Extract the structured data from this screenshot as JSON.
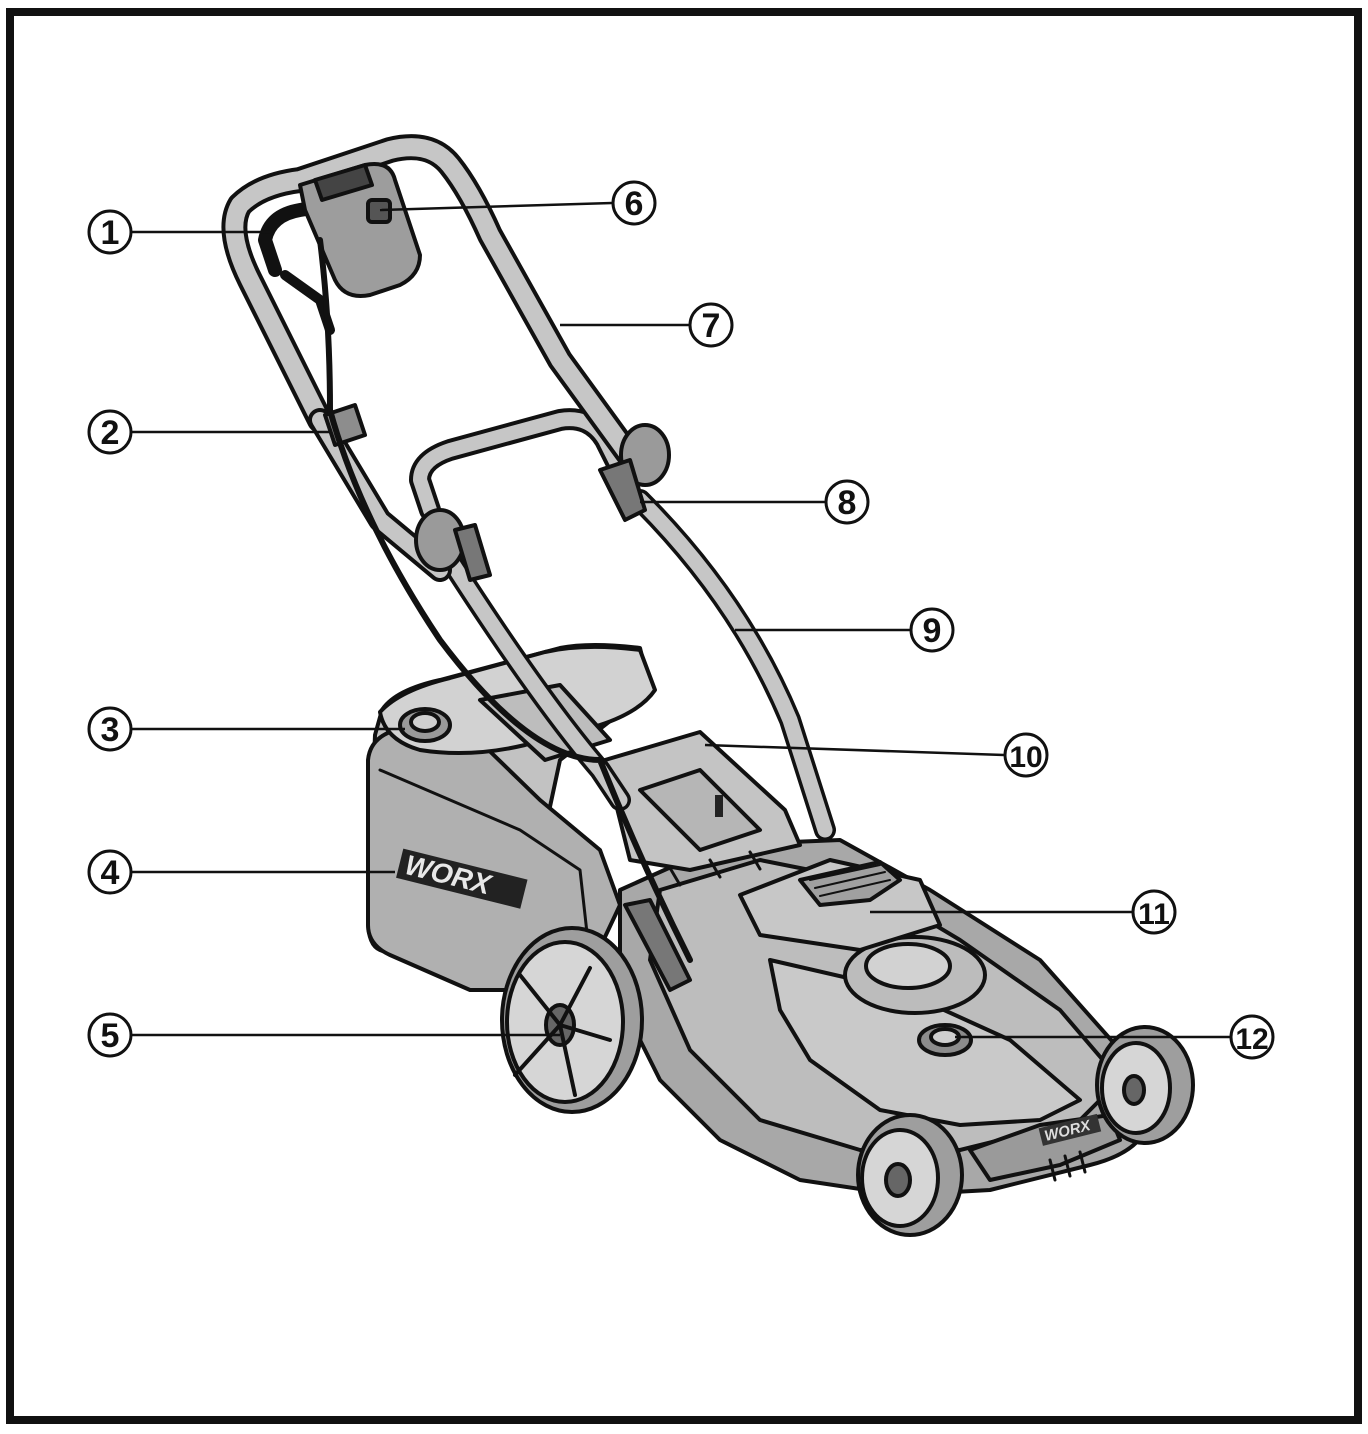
{
  "brand": "WORX",
  "callouts": [
    {
      "label": "1"
    },
    {
      "label": "2"
    },
    {
      "label": "3"
    },
    {
      "label": "4"
    },
    {
      "label": "5"
    },
    {
      "label": "6"
    },
    {
      "label": "7"
    },
    {
      "label": "8"
    },
    {
      "label": "9"
    },
    {
      "label": "10"
    },
    {
      "label": "11"
    },
    {
      "label": "12"
    }
  ],
  "colors": {
    "outline": "#111111",
    "body_fill": "#b9b9b9",
    "light_fill": "#d4d4d4",
    "dark_fill": "#8a8a8a"
  }
}
